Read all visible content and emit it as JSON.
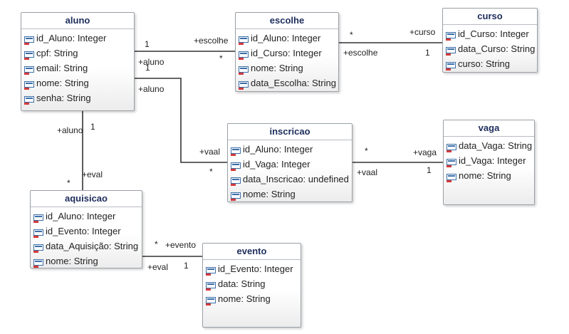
{
  "classes": [
    {
      "id": "aluno",
      "name": "aluno",
      "attributes": [
        "id_Aluno: Integer",
        "cpf: String",
        "email: String",
        "nome: String",
        "senha: String"
      ]
    },
    {
      "id": "escolhe",
      "name": "escolhe",
      "attributes": [
        "id_Aluno: Integer",
        "id_Curso: Integer",
        "nome: String",
        "data_Escolha: String"
      ]
    },
    {
      "id": "curso",
      "name": "curso",
      "attributes": [
        "id_Curso: Integer",
        "data_Curso: String",
        "curso: String"
      ]
    },
    {
      "id": "inscricao",
      "name": "inscricao",
      "attributes": [
        "id_Aluno: Integer",
        "id_Vaga: Integer",
        "data_Inscricao: undefined",
        "nome: String"
      ]
    },
    {
      "id": "vaga",
      "name": "vaga",
      "attributes": [
        "data_Vaga: String",
        "id_Vaga: Integer",
        "nome: String"
      ]
    },
    {
      "id": "aquisicao",
      "name": "aquisicao",
      "attributes": [
        "id_Aluno: Integer",
        "id_Evento: Integer",
        "data_Aquisição: String",
        "nome: String"
      ]
    },
    {
      "id": "evento",
      "name": "evento",
      "attributes": [
        "id_Evento: Integer",
        "data: String",
        "nome: String"
      ]
    }
  ],
  "associations": [
    {
      "id": "aluno-escolhe",
      "labels": [
        "1",
        "+escolhe",
        "+aluno",
        "*"
      ]
    },
    {
      "id": "escolhe-curso",
      "labels": [
        "*",
        "+curso",
        "+escolhe",
        "1"
      ]
    },
    {
      "id": "aluno-inscricao",
      "labels": [
        "1",
        "+aluno",
        "+vaal",
        "*"
      ]
    },
    {
      "id": "inscricao-vaga",
      "labels": [
        "*",
        "+vaga",
        "+vaal",
        "1"
      ]
    },
    {
      "id": "aluno-aquisicao",
      "labels": [
        "+aluno",
        "1",
        "*",
        "+eval"
      ]
    },
    {
      "id": "aquisicao-evento",
      "labels": [
        "*",
        "+evento",
        "+eval",
        "1"
      ]
    }
  ],
  "colors": {
    "border": "#9aa0a6",
    "title": "#1d2d5c",
    "line": "#333333",
    "icon_blue": "#3b6ea8",
    "icon_red": "#d23a3a"
  },
  "icon": "attribute-icon"
}
